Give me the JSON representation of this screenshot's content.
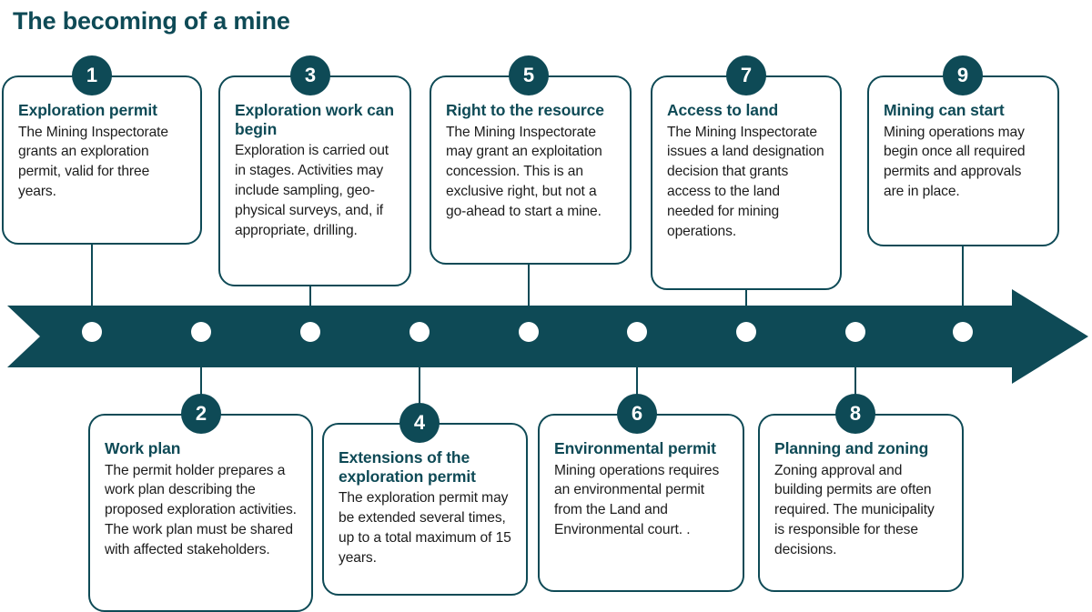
{
  "title": "The becoming of a mine",
  "colors": {
    "accent": "#0E4A56",
    "bar": "#0E4A56",
    "card_border": "#0E4A56",
    "body_text": "#1C1C1C",
    "background": "#FFFFFF",
    "dot": "#FFFFFF"
  },
  "timeline": {
    "node_count": 9,
    "direction": "left-to-right",
    "arrow_head": "right"
  },
  "steps": [
    {
      "number": "1",
      "position": "top",
      "title": "Exploration permit",
      "body": "The Mining Inspectorate grants an exploration permit, valid for three years."
    },
    {
      "number": "2",
      "position": "bottom",
      "title": "Work plan",
      "body": "The permit holder prepares a work plan describing the proposed exploration activities. The work plan must be shared with affected stakeholders."
    },
    {
      "number": "3",
      "position": "top",
      "title": "Exploration work can begin",
      "body": "Exploration is carried out in stages. Activities may include sampling, geo-physical surveys, and, if appropriate, drilling."
    },
    {
      "number": "4",
      "position": "bottom",
      "title": "Extensions of the exploration permit",
      "body": "The exploration permit may be extended several times, up to a total maximum of 15 years."
    },
    {
      "number": "5",
      "position": "top",
      "title": "Right to the resource",
      "body": "The Mining Inspectorate may grant an exploitation concession. This is an exclusive right, but not a go-ahead to start a mine."
    },
    {
      "number": "6",
      "position": "bottom",
      "title": "Environmental permit",
      "body": "Mining operations requires an environmental permit from the Land and Environmental court. ."
    },
    {
      "number": "7",
      "position": "top",
      "title": "Access to land",
      "body": "The Mining Inspectorate issues a land designation decision that grants access to the land needed for mining operations."
    },
    {
      "number": "8",
      "position": "bottom",
      "title": "Planning and zoning",
      "body": "Zoning approval and building permits are often required. The municipality is responsible for these decisions."
    },
    {
      "number": "9",
      "position": "top",
      "title": "Mining can start",
      "body": "Mining operations may begin once all required permits and approvals are in place."
    }
  ]
}
